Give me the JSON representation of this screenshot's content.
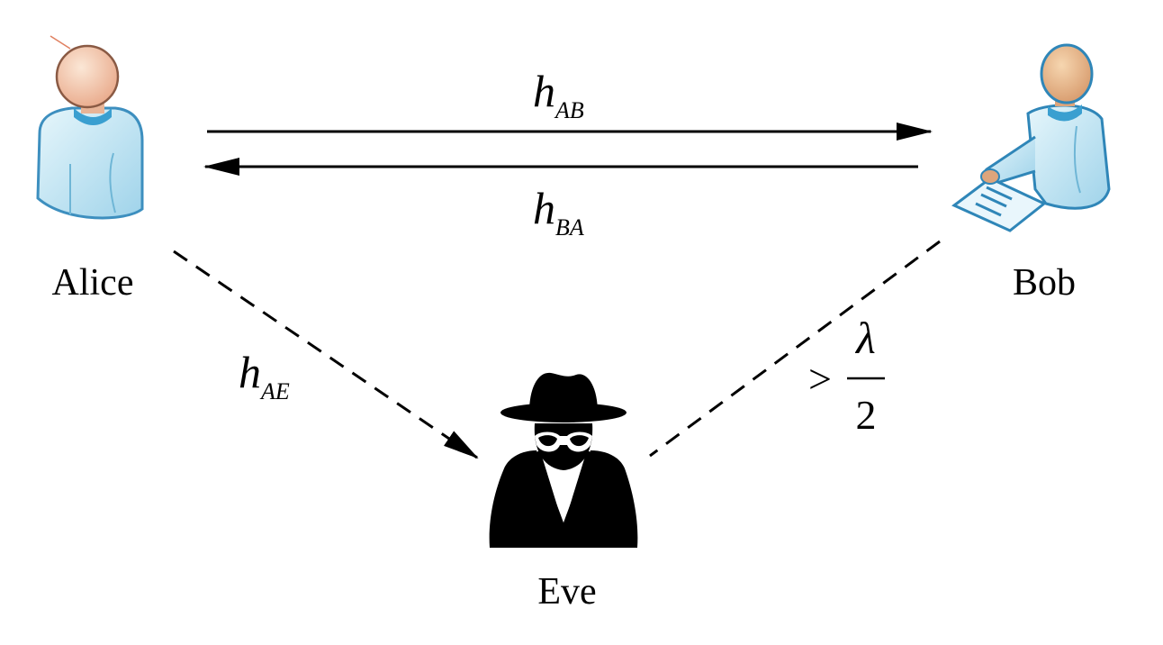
{
  "nodes": {
    "alice": {
      "label": "Alice"
    },
    "bob": {
      "label": "Bob"
    },
    "eve": {
      "label": "Eve"
    }
  },
  "channels": {
    "ab": {
      "symbol": "h",
      "subscript": "AB"
    },
    "ba": {
      "symbol": "h",
      "subscript": "BA"
    },
    "ae": {
      "symbol": "h",
      "subscript": "AE"
    }
  },
  "distance": {
    "relation": ">",
    "numerator": "λ",
    "denominator": "2"
  },
  "colors": {
    "skin": "#f2c9a6",
    "skin_shade": "#d9977a",
    "shirt": "#bfe4f2",
    "shirt_outline": "#2f86b8",
    "collar": "#3a9fd0",
    "eve_fill": "#000000",
    "line": "#000000"
  }
}
